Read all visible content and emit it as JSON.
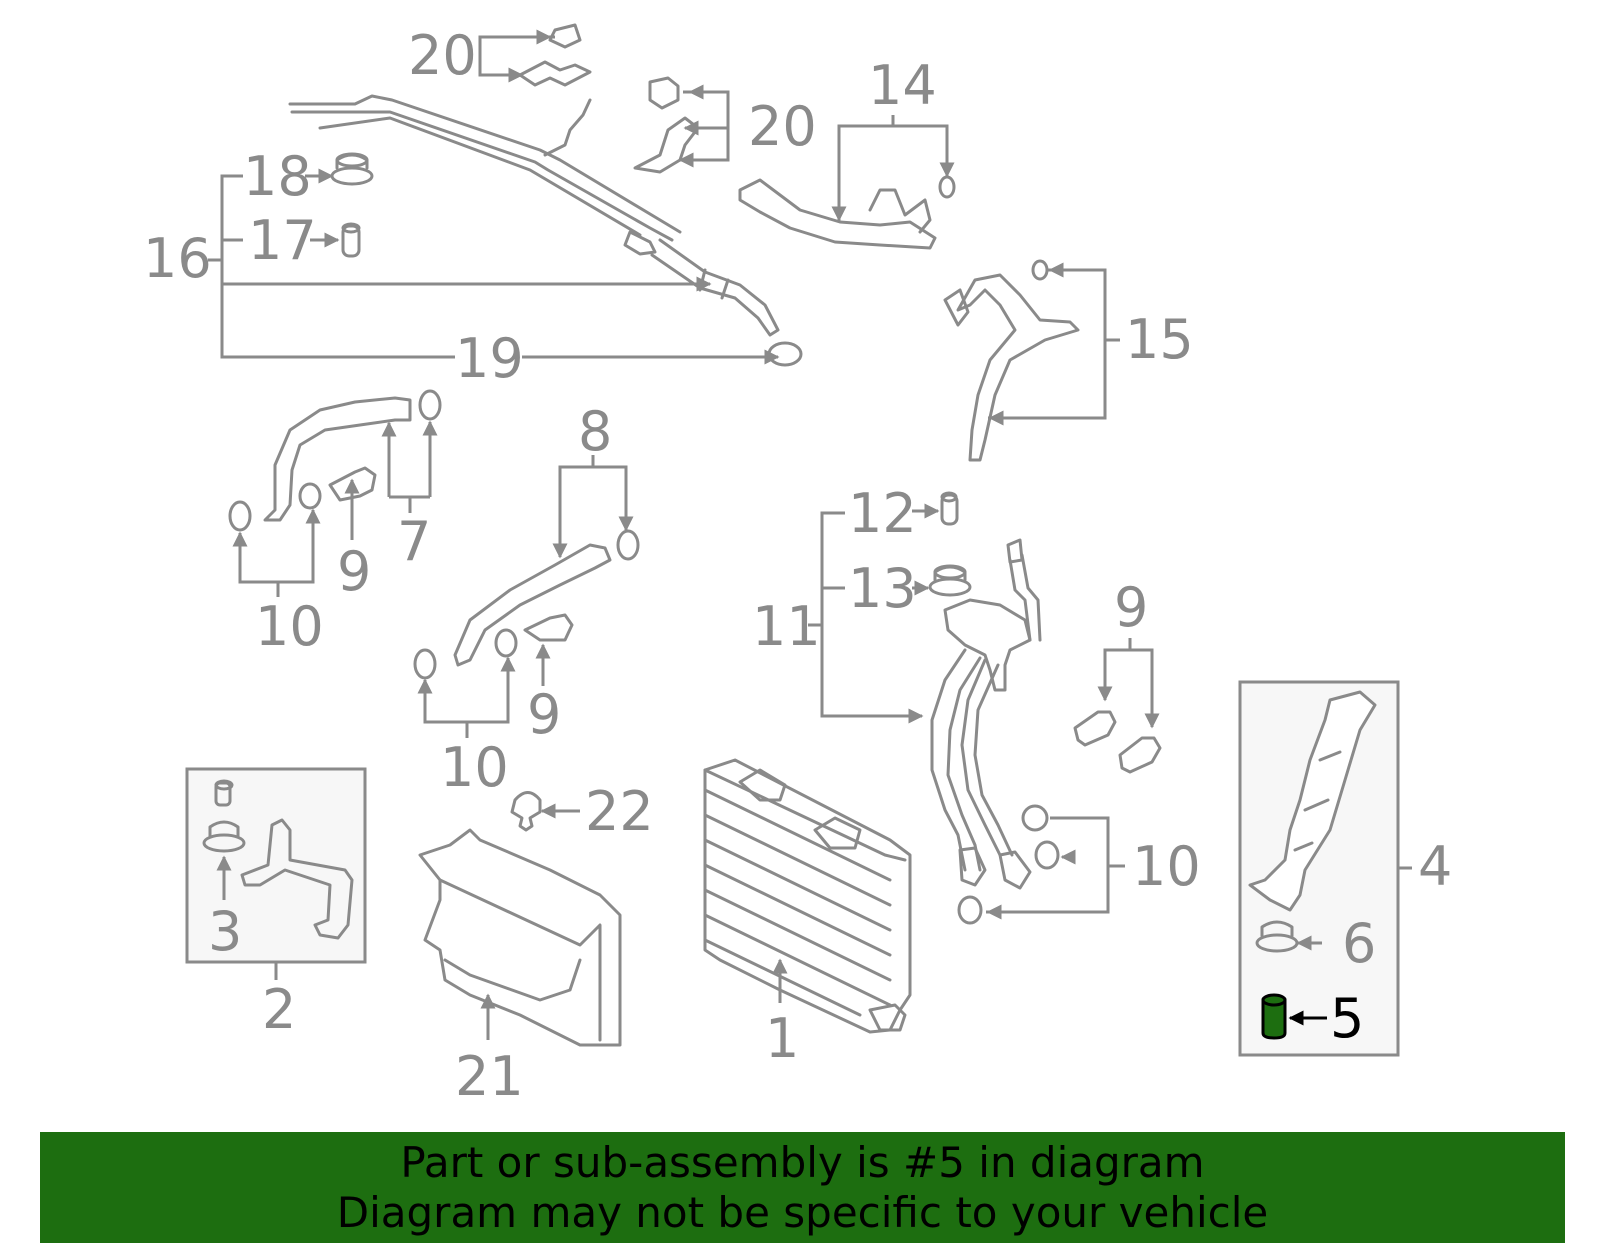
{
  "callouts": {
    "c1": "1",
    "c2": "2",
    "c3": "3",
    "c4": "4",
    "c5": "5",
    "c6": "6",
    "c7": "7",
    "c8": "8",
    "c9a": "9",
    "c9b": "9",
    "c9c": "9",
    "c10a": "10",
    "c10b": "10",
    "c10c": "10",
    "c11": "11",
    "c12": "12",
    "c13": "13",
    "c14": "14",
    "c15": "15",
    "c16": "16",
    "c17": "17",
    "c18": "18",
    "c19": "19",
    "c20a": "20",
    "c20b": "20",
    "c21": "21",
    "c22": "22"
  },
  "highlight": {
    "part": "5",
    "color": "#1d6e10"
  },
  "banner": {
    "line1": "Part or sub-assembly is #5 in diagram",
    "line2": "Diagram may not be specific to your vehicle",
    "color": "#1d6e10"
  }
}
